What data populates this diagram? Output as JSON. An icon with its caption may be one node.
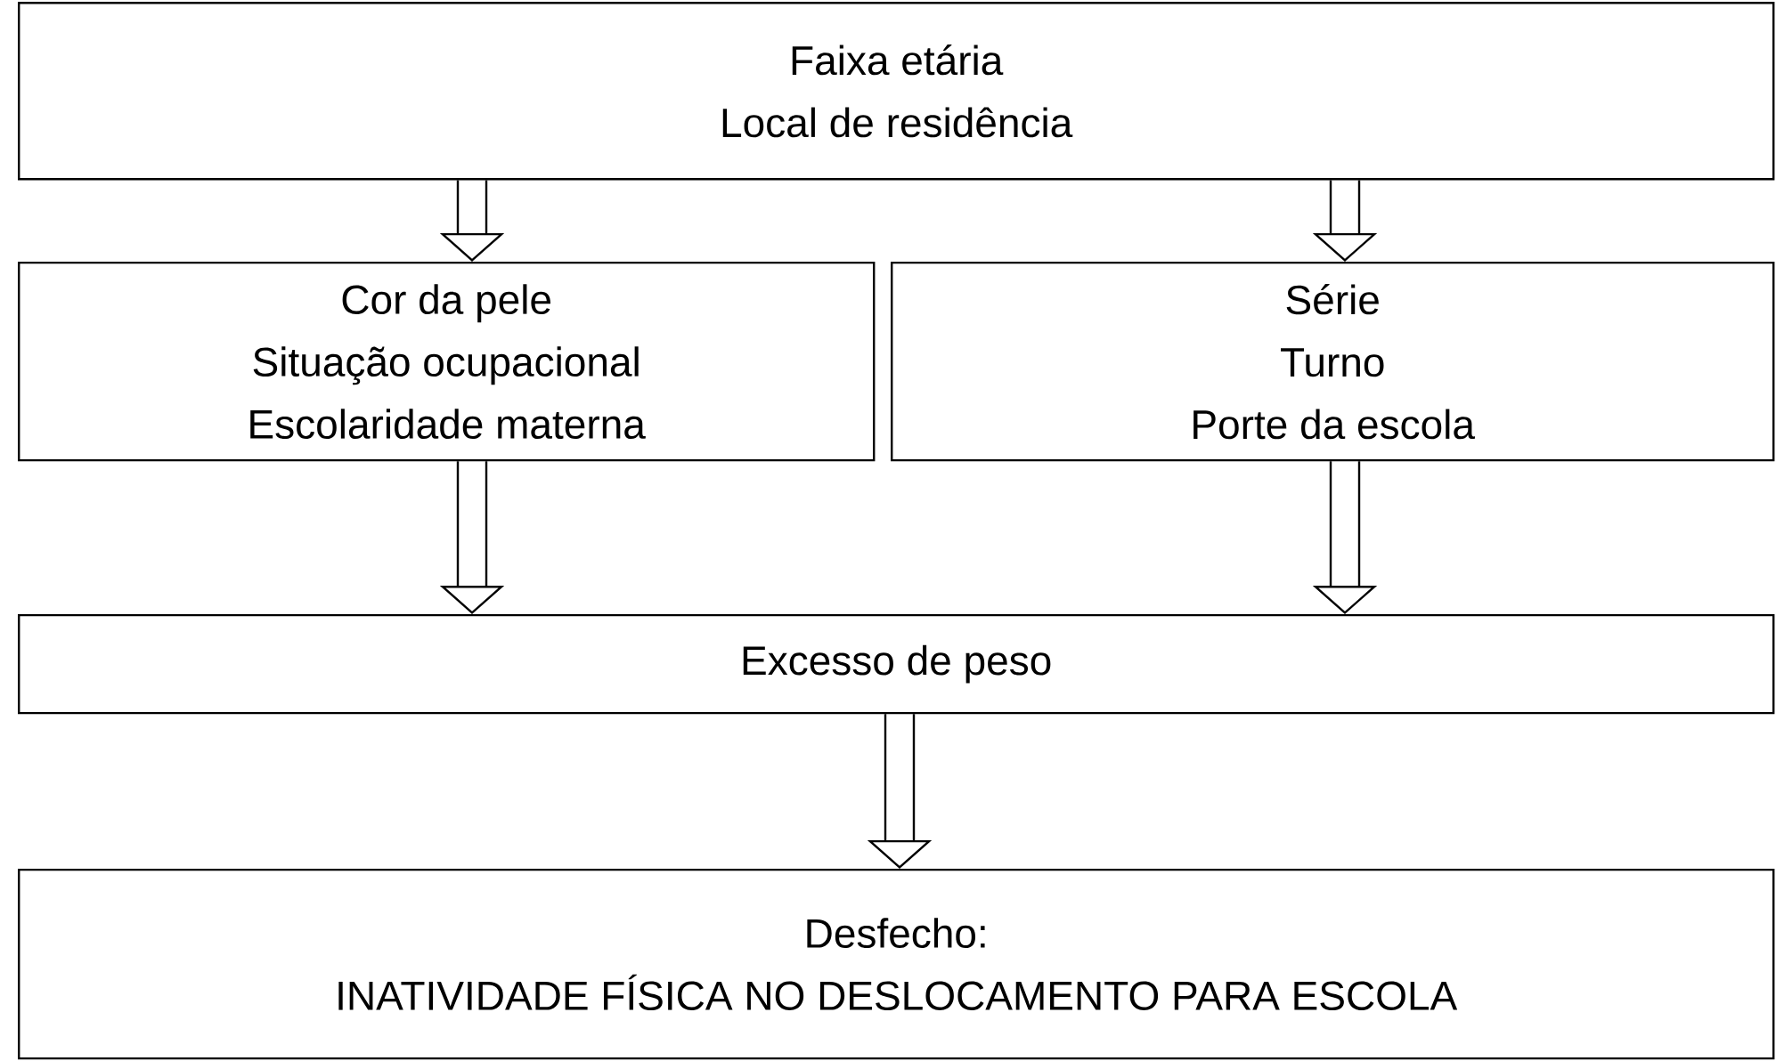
{
  "diagram": {
    "nodes": [
      {
        "text": [
          "Faixa etária",
          "Local de residência"
        ]
      },
      {
        "text": [
          "Cor da pele",
          "Situação ocupacional",
          "Escolaridade materna"
        ]
      },
      {
        "text": [
          "Série",
          "Turno",
          "Porte da escola"
        ]
      },
      {
        "text": [
          "Excesso de peso"
        ]
      },
      {
        "text": [
          "Desfecho:",
          "INATIVIDADE FÍSICA NO DESLOCAMENTO PARA ESCOLA"
        ]
      }
    ],
    "edges": [
      {
        "from": 0,
        "to": 1,
        "arrow": "to"
      },
      {
        "from": 0,
        "to": 2,
        "arrow": "to"
      },
      {
        "from": 1,
        "to": 3,
        "arrow": "to"
      },
      {
        "from": 2,
        "to": 3,
        "arrow": "to"
      },
      {
        "from": 3,
        "to": 4,
        "arrow": "to"
      }
    ]
  }
}
